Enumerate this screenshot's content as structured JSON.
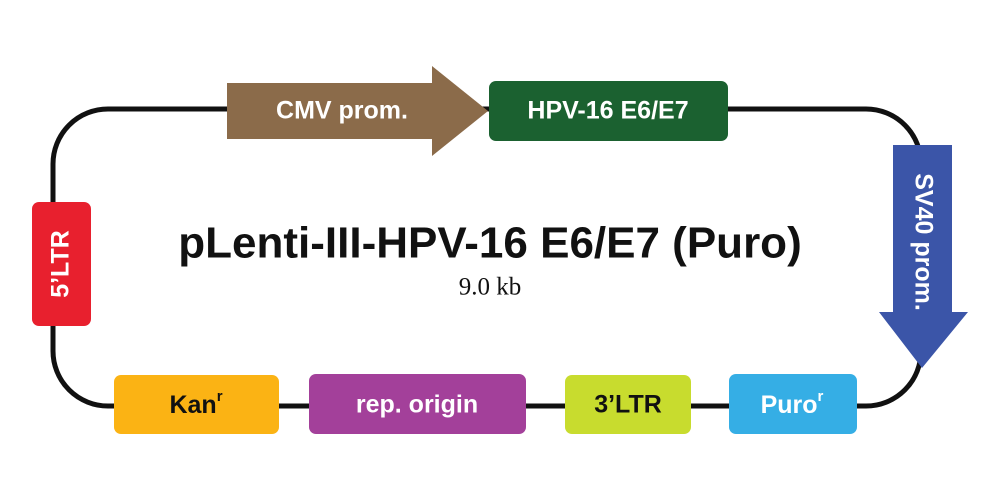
{
  "plasmid": {
    "name": "pLenti-III-HPV-16 E6/E7 (Puro)",
    "size": "9.0 kb"
  },
  "features": {
    "cmv_promoter": {
      "label": "CMV prom.",
      "color": "#8b6b4a"
    },
    "hpv_insert": {
      "label": "HPV-16 E6/E7",
      "color": "#1b6130"
    },
    "sv40_promoter": {
      "label": "SV40 prom.",
      "color": "#3b55a8"
    },
    "ltr_5": {
      "label": "5’LTR",
      "color": "#e8202e"
    },
    "kan_resistance": {
      "label": "Kan",
      "superscript": "r",
      "color": "#fbb314",
      "text_color": "#111111"
    },
    "rep_origin": {
      "label": "rep. origin",
      "color": "#a3409a"
    },
    "ltr_3": {
      "label": "3’LTR",
      "color": "#c8dc2e",
      "text_color": "#111111"
    },
    "puro_resistance": {
      "label": "Puro",
      "superscript": "r",
      "color": "#35aee5"
    }
  },
  "colors": {
    "backbone": "#111111",
    "light_text": "#ffffff"
  }
}
